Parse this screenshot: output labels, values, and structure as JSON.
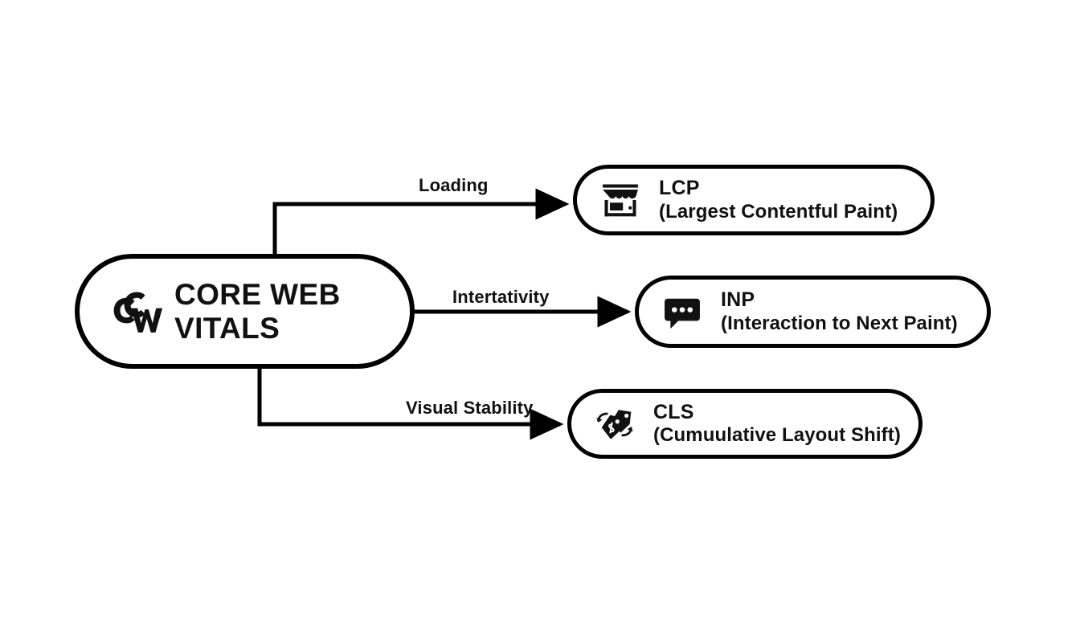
{
  "diagram": {
    "title": "Core Web Vitals",
    "background_color": "#ffffff",
    "line_color": "#000000",
    "root": {
      "label": "CORE WEB\nVITALS",
      "icon": "cwv-monogram-icon"
    },
    "edges": [
      {
        "label": "Loading",
        "from": "root",
        "to": "lcp"
      },
      {
        "label": "Intertativity",
        "from": "root",
        "to": "inp"
      },
      {
        "label": "Visual Stability",
        "from": "root",
        "to": "cls"
      }
    ],
    "metrics": [
      {
        "id": "lcp",
        "abbr": "LCP",
        "full": "(Largest Contentful Paint)",
        "icon": "storefront-icon"
      },
      {
        "id": "inp",
        "abbr": "INP",
        "full": "(Interaction to Next Paint)",
        "icon": "chat-bubble-dots-icon"
      },
      {
        "id": "cls",
        "abbr": "CLS",
        "full": "(Cumuulative Layout Shift)",
        "icon": "price-tags-shift-icon"
      }
    ]
  }
}
